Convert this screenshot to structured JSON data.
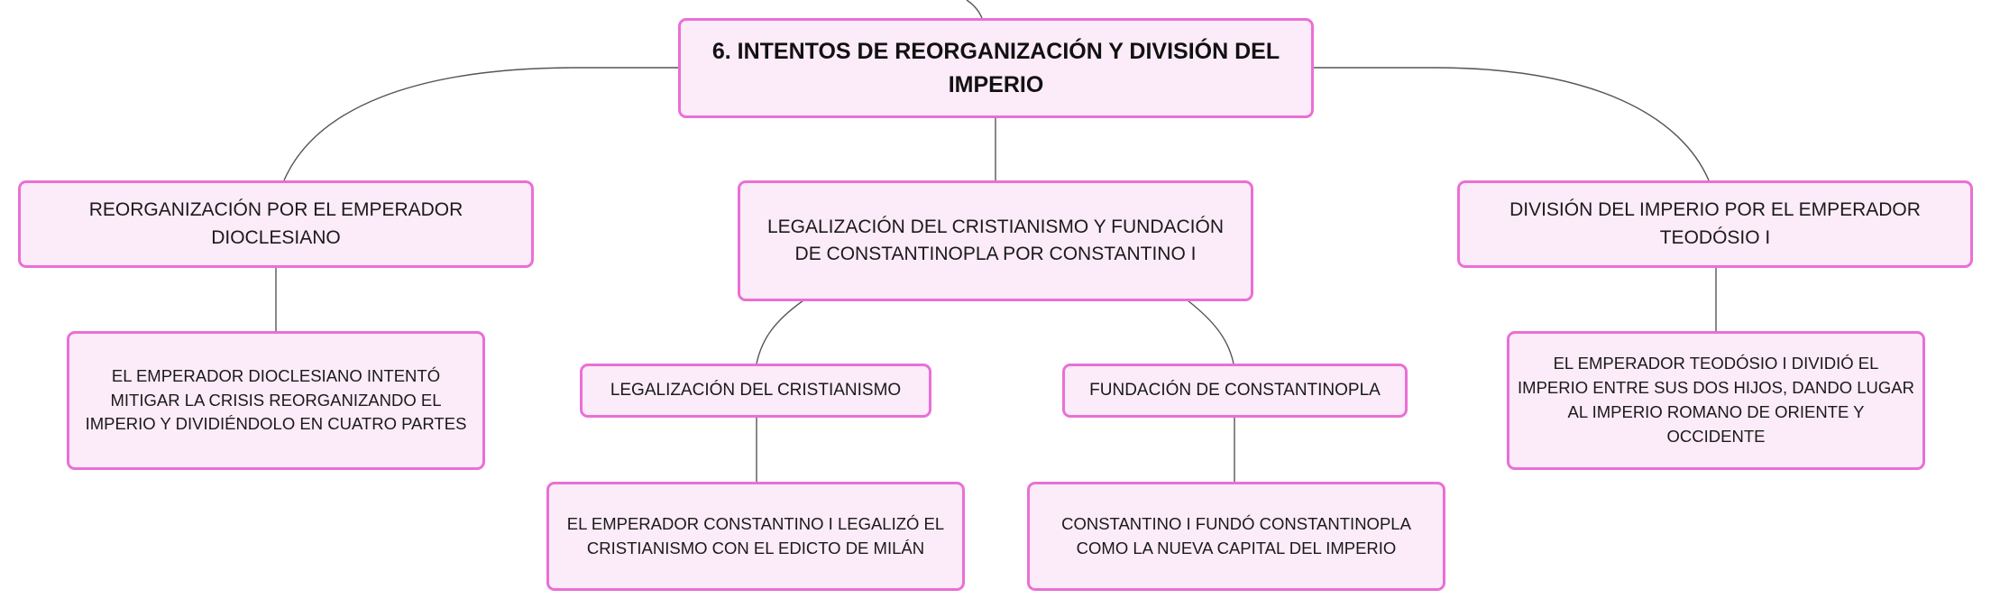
{
  "diagram": {
    "root": {
      "label": "6. INTENTOS DE REORGANIZACIÓN Y DIVISIÓN DEL IMPERIO"
    },
    "branches": [
      {
        "label": "REORGANIZACIÓN POR EL EMPERADOR DIOCLESIANO",
        "detail": "EL EMPERADOR DIOCLESIANO INTENTÓ MITIGAR LA CRISIS REORGANIZANDO EL IMPERIO Y DIVIDIÉNDOLO EN CUATRO PARTES"
      },
      {
        "label": "LEGALIZACIÓN DEL CRISTIANISMO Y FUNDACIÓN DE CONSTANTINOPLA POR CONSTANTINO I",
        "children": [
          {
            "label": "LEGALIZACIÓN DEL CRISTIANISMO",
            "detail": "EL EMPERADOR CONSTANTINO I LEGALIZÓ EL CRISTIANISMO CON EL EDICTO DE MILÁN"
          },
          {
            "label": "FUNDACIÓN DE CONSTANTINOPLA",
            "detail": "CONSTANTINO I FUNDÓ CONSTANTINOPLA COMO LA NUEVA CAPITAL DEL IMPERIO"
          }
        ]
      },
      {
        "label": "DIVISIÓN DEL IMPERIO POR EL EMPERADOR TEODÓSIO I",
        "detail": "EL EMPERADOR TEODÓSIO I DIVIDIÓ EL IMPERIO ENTRE SUS DOS HIJOS, DANDO LUGAR AL IMPERIO ROMANO DE ORIENTE Y OCCIDENTE"
      }
    ]
  },
  "colors": {
    "node_fill": "#fcebf8",
    "node_border": "#ea6fd6",
    "connector": "#555555"
  }
}
